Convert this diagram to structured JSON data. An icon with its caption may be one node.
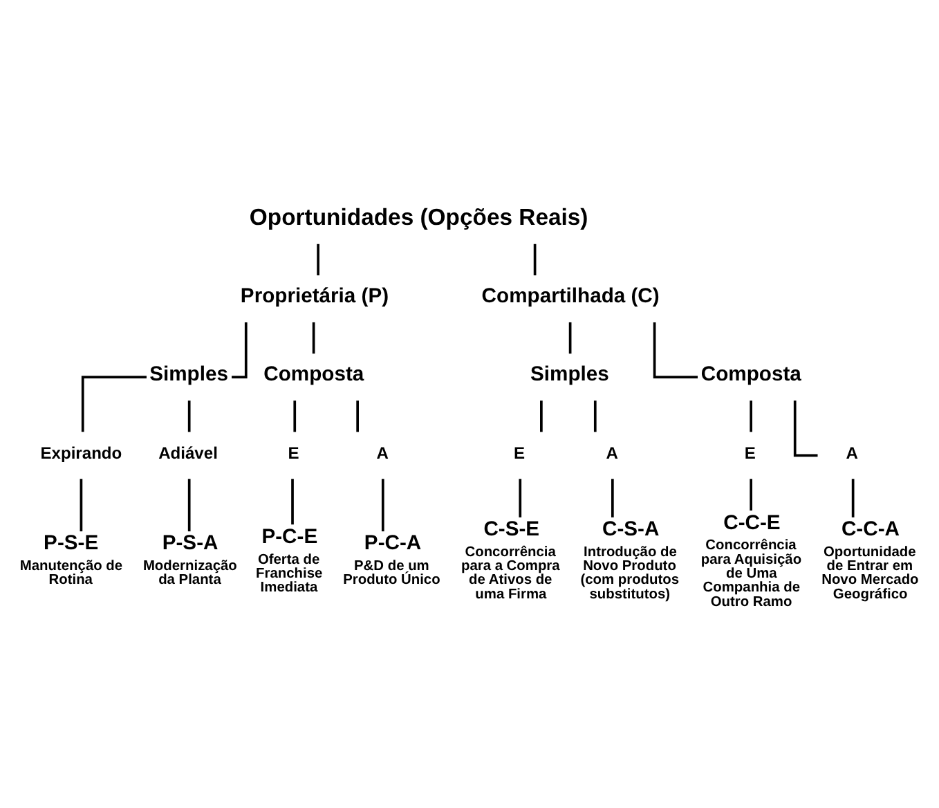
{
  "diagram": {
    "nodes": [
      {
        "text": [
          "Oportunidades (Opções Reais)"
        ]
      },
      {
        "text": [
          "Proprietária (P)"
        ]
      },
      {
        "text": [
          "Compartilhada (C)"
        ]
      },
      {
        "text": [
          "Simples"
        ]
      },
      {
        "text": [
          "Composta"
        ]
      },
      {
        "text": [
          "Simples"
        ]
      },
      {
        "text": [
          "Composta"
        ]
      },
      {
        "text": [
          "Expirando"
        ]
      },
      {
        "text": [
          "Adiável"
        ]
      },
      {
        "text": [
          "E"
        ]
      },
      {
        "text": [
          "A"
        ]
      },
      {
        "text": [
          "E"
        ]
      },
      {
        "text": [
          "A"
        ]
      },
      {
        "text": [
          "E"
        ]
      },
      {
        "text": [
          "A"
        ]
      },
      {
        "text": [
          "P-S-E"
        ],
        "beside": [
          "Manutenção de Rotina"
        ]
      },
      {
        "text": [
          "P-S-A"
        ],
        "beside": [
          "Modernização da Planta"
        ]
      },
      {
        "text": [
          "P-C-E"
        ],
        "beside": [
          "Oferta de Franchise Imediata"
        ]
      },
      {
        "text": [
          "P-C-A"
        ],
        "beside": [
          "P&D de um Produto Único"
        ]
      },
      {
        "text": [
          "C-S-E"
        ],
        "beside": [
          "Concorrência para a Compra de Ativos de uma Firma"
        ]
      },
      {
        "text": [
          "C-S-A"
        ],
        "beside": [
          "Introdução de Novo Produto (com produtos substitutos)"
        ]
      },
      {
        "text": [
          "C-C-E"
        ],
        "beside": [
          "Concorrência para Aquisição de Uma Companhia de Outro Ramo"
        ]
      },
      {
        "text": [
          "C-C-A"
        ],
        "beside": [
          "Oportunidade de Entrar em Novo Mercado Geográfico"
        ]
      }
    ],
    "edges": [
      {
        "from": 0,
        "to": 1,
        "arrow": "none"
      },
      {
        "from": 0,
        "to": 2,
        "arrow": "none"
      },
      {
        "from": 1,
        "to": 3,
        "arrow": "none"
      },
      {
        "from": 1,
        "to": 4,
        "arrow": "none"
      },
      {
        "from": 2,
        "to": 5,
        "arrow": "none"
      },
      {
        "from": 2,
        "to": 6,
        "arrow": "none"
      },
      {
        "from": 3,
        "to": 7,
        "arrow": "none"
      },
      {
        "from": 3,
        "to": 8,
        "arrow": "none"
      },
      {
        "from": 4,
        "to": 9,
        "arrow": "none"
      },
      {
        "from": 4,
        "to": 10,
        "arrow": "none"
      },
      {
        "from": 5,
        "to": 11,
        "arrow": "none"
      },
      {
        "from": 5,
        "to": 12,
        "arrow": "none"
      },
      {
        "from": 6,
        "to": 13,
        "arrow": "none"
      },
      {
        "from": 6,
        "to": 14,
        "arrow": "none"
      },
      {
        "from": 7,
        "to": 15,
        "arrow": "none"
      },
      {
        "from": 8,
        "to": 16,
        "arrow": "none"
      },
      {
        "from": 9,
        "to": 17,
        "arrow": "none"
      },
      {
        "from": 10,
        "to": 18,
        "arrow": "none"
      },
      {
        "from": 11,
        "to": 19,
        "arrow": "none"
      },
      {
        "from": 12,
        "to": 20,
        "arrow": "none"
      },
      {
        "from": 13,
        "to": 21,
        "arrow": "none"
      },
      {
        "from": 14,
        "to": 22,
        "arrow": "none"
      }
    ]
  }
}
